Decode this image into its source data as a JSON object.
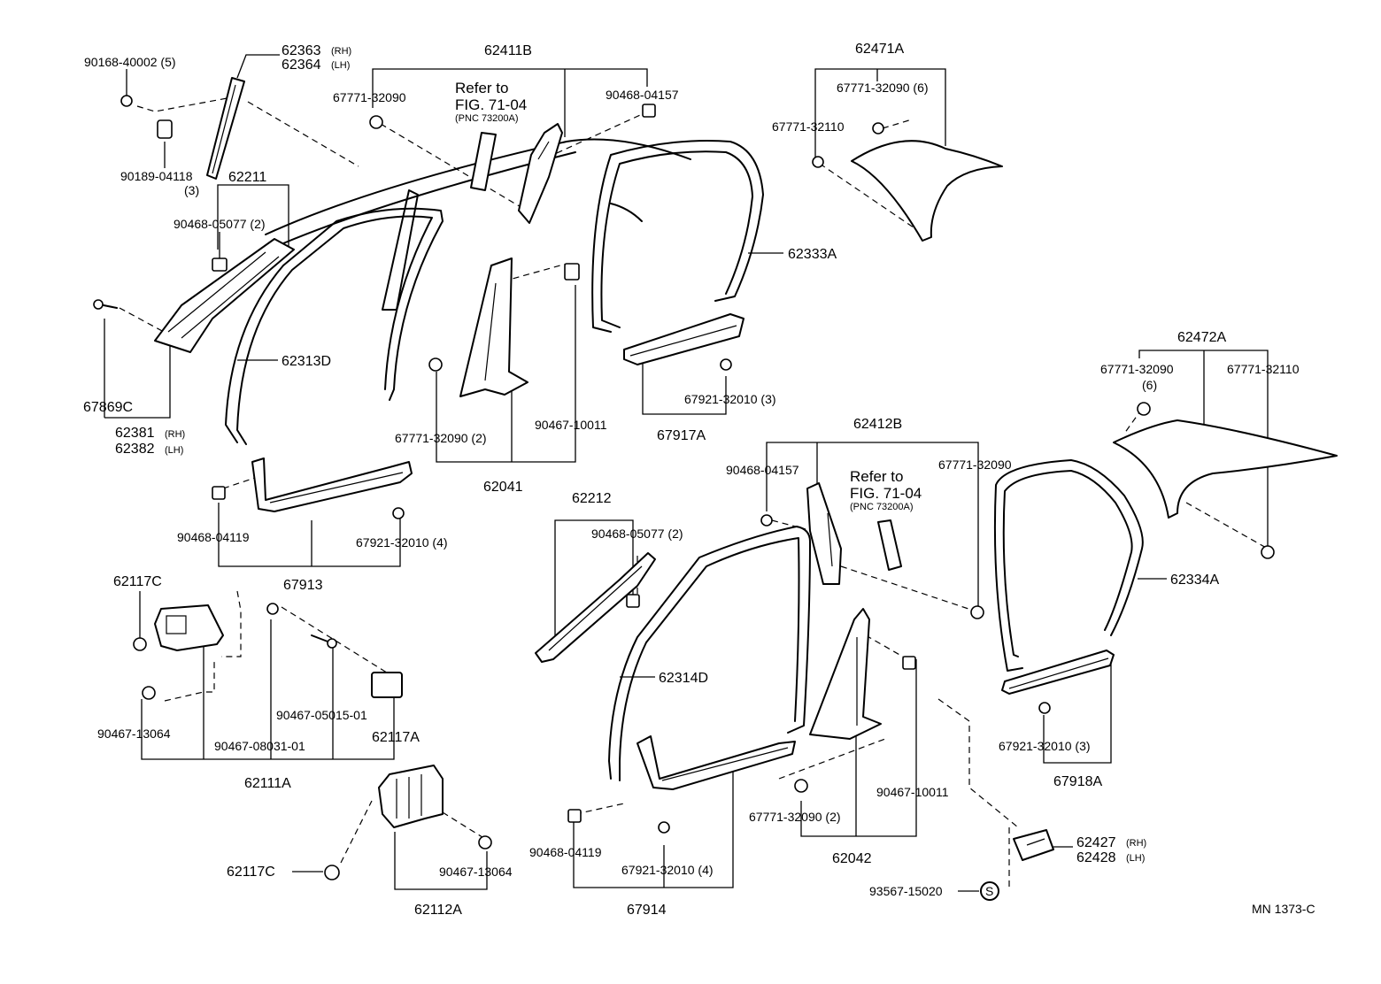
{
  "labels": {
    "l_62363": "62363",
    "l_62363_rh": "(RH)",
    "l_62364": "62364",
    "l_62364_lh": "(LH)",
    "l_90168": "90168-40002 (5)",
    "l_90189": "90189-04118",
    "l_90189_q": "(3)",
    "l_62211": "62211",
    "l_90468_05077_a": "90468-05077 (2)",
    "l_67869c": "67869C",
    "l_62381": "62381",
    "l_62381_rh": "(RH)",
    "l_62382": "62382",
    "l_62382_lh": "(LH)",
    "l_62313d": "62313D",
    "l_62411b": "62411B",
    "l_67771_32090_a": "67771-32090",
    "l_refer_a": "Refer to",
    "l_fig_a": "FIG. 71-04",
    "l_pnc_a": "(PNC 73200A)",
    "l_90468_04157_a": "90468-04157",
    "l_62333a": "62333A",
    "l_67771_32090_b": "67771-32090 (2)",
    "l_90467_10011_a": "90467-10011",
    "l_62041": "62041",
    "l_67921_32010_a": "67921-32010 (3)",
    "l_67917a": "67917A",
    "l_62471a": "62471A",
    "l_67771_32090_c": "67771-32090 (6)",
    "l_67771_32110_a": "67771-32110",
    "l_62472a": "62472A",
    "l_67771_32090_d": "67771-32090",
    "l_67771_32090_d_q": "(6)",
    "l_67771_32110_b": "67771-32110",
    "l_90468_04119_a": "90468-04119",
    "l_67921_32010_b": "67921-32010 (4)",
    "l_67913": "67913",
    "l_62117c_a": "62117C",
    "l_90467_13064_a": "90467-13064",
    "l_90467_08031": "90467-08031-01",
    "l_90467_05015": "90467-05015-01",
    "l_62117a": "62117A",
    "l_62111a": "62111A",
    "l_62117c_b": "62117C",
    "l_90467_13064_b": "90467-13064",
    "l_62112a": "62112A",
    "l_62212": "62212",
    "l_90468_05077_b": "90468-05077 (2)",
    "l_62314d": "62314D",
    "l_90468_04119_b": "90468-04119",
    "l_67921_32010_c": "67921-32010 (4)",
    "l_67914": "67914",
    "l_62412b": "62412B",
    "l_90468_04157_b": "90468-04157",
    "l_refer_b": "Refer to",
    "l_fig_b": "FIG. 71-04",
    "l_pnc_b": "(PNC 73200A)",
    "l_67771_32090_e": "67771-32090",
    "l_67771_32090_f": "67771-32090 (2)",
    "l_90467_10011_b": "90467-10011",
    "l_62042": "62042",
    "l_62334a": "62334A",
    "l_67921_32010_d": "67921-32010 (3)",
    "l_67918a": "67918A",
    "l_62427": "62427",
    "l_62427_rh": "(RH)",
    "l_62428": "62428",
    "l_62428_lh": "(LH)",
    "l_93567": "93567-15020",
    "l_s_symbol": "S",
    "l_mn": "MN 1373-C"
  }
}
